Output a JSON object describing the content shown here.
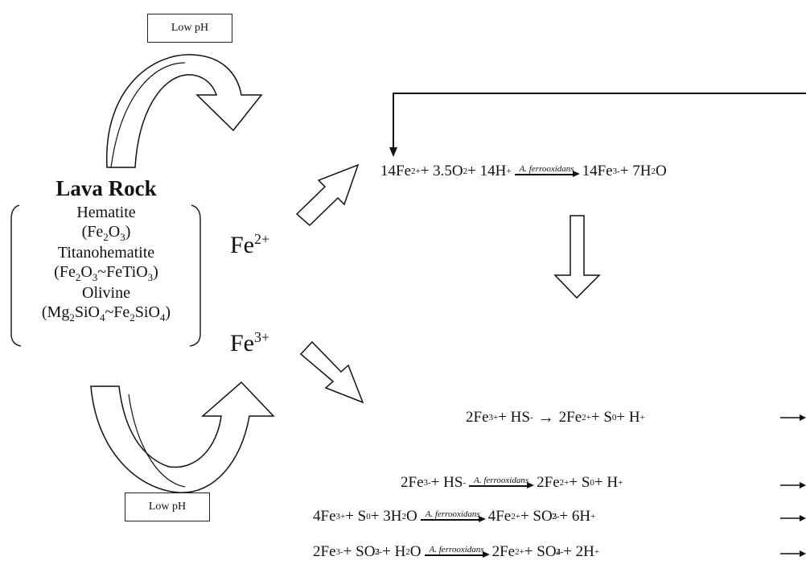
{
  "low_ph_top": "Low pH",
  "low_ph_bottom": "Low pH",
  "lava": {
    "title": "Lava Rock",
    "mineral1": "Hematite",
    "mineral1_formula": [
      "(Fe",
      "2",
      "O",
      "3",
      ")"
    ],
    "mineral2": "Titanohematite",
    "mineral2_formula": [
      "(Fe",
      "2",
      "O",
      "3",
      "~FeTiO",
      "3",
      ")"
    ],
    "mineral3": "Olivine",
    "mineral3_formula": [
      "(Mg",
      "2",
      "SiO",
      "4",
      "~Fe",
      "2",
      "SiO",
      "4",
      ")"
    ]
  },
  "ions": {
    "fe2": {
      "base": "Fe",
      "charge": "2+"
    },
    "fe3": {
      "base": "Fe",
      "charge": "3+"
    }
  },
  "catalyst": "A. ferrooxidans",
  "equations": {
    "eq1": {
      "left": [
        "14Fe",
        "2+",
        " + 3.5O",
        "2",
        " + 14H",
        "+"
      ],
      "right": [
        "14Fe",
        "3-",
        " + 7H",
        "2",
        "O"
      ]
    },
    "eq2": {
      "left": [
        "2Fe",
        "3+",
        " + HS",
        "-"
      ],
      "arrow": "→",
      "right": [
        "2Fe",
        "2+",
        " + S",
        "0",
        " + H",
        "+"
      ]
    },
    "eq3": {
      "left": [
        "2Fe",
        "3-",
        " + HS",
        "-"
      ],
      "right": [
        "2Fe",
        "2+",
        " + S",
        "0",
        " + H",
        "+"
      ]
    },
    "eq4": {
      "left": [
        "4Fe",
        "3+",
        " + S",
        "0",
        " + 3H",
        "2",
        "O"
      ],
      "right": [
        "4Fe",
        "2+",
        " + SO",
        "3",
        "2-",
        " + 6H",
        "+"
      ]
    },
    "eq5": {
      "left": [
        "2Fe",
        "3-",
        " + SO",
        "3",
        "2-",
        " + H",
        "2",
        "O"
      ],
      "right": [
        "2Fe",
        "2+",
        " + SO",
        "4",
        "2-",
        " + 2H",
        "+"
      ]
    }
  }
}
